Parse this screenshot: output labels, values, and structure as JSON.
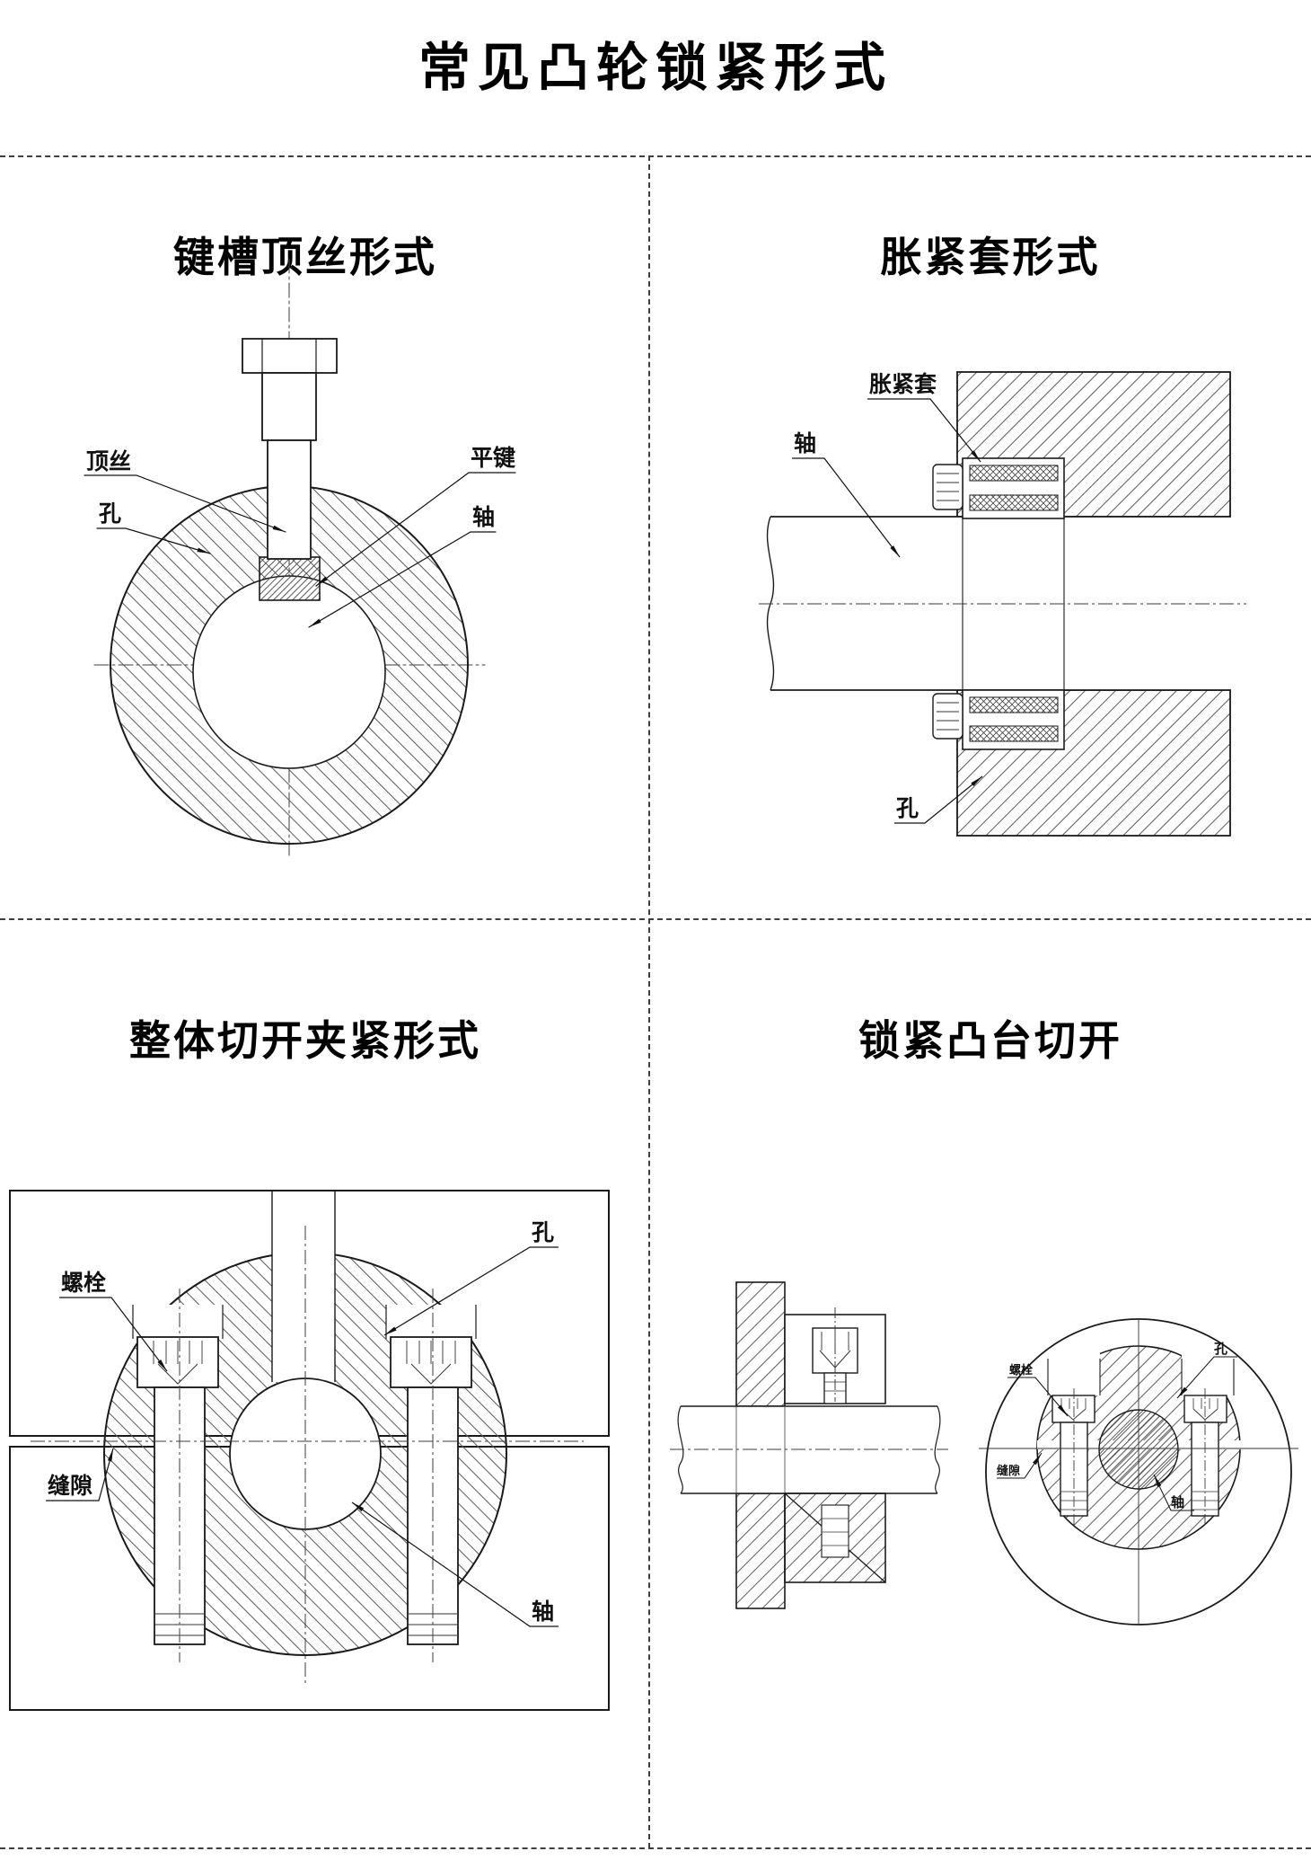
{
  "page": {
    "title": "常见凸轮锁紧形式"
  },
  "divider_color": "#3f3f3f",
  "line_color": "#1a1a1a",
  "hatch_color": "#5a5a5a",
  "quadrants": [
    {
      "id": "top-left",
      "title": "键槽顶丝形式",
      "labels": {
        "set_screw": "顶丝",
        "hole": "孔",
        "flat_key": "平键",
        "shaft": "轴"
      }
    },
    {
      "id": "top-right",
      "title": "胀紧套形式",
      "labels": {
        "expansion_sleeve": "胀紧套",
        "shaft": "轴",
        "hole": "孔"
      }
    },
    {
      "id": "bottom-left",
      "title": "整体切开夹紧形式",
      "labels": {
        "bolt": "螺栓",
        "gap": "缝隙",
        "hole": "孔",
        "shaft": "轴"
      }
    },
    {
      "id": "bottom-right",
      "title": "锁紧凸台切开",
      "labels": {
        "bolt": "螺栓",
        "hole": "孔",
        "gap": "缝隙",
        "shaft": "轴"
      }
    }
  ]
}
